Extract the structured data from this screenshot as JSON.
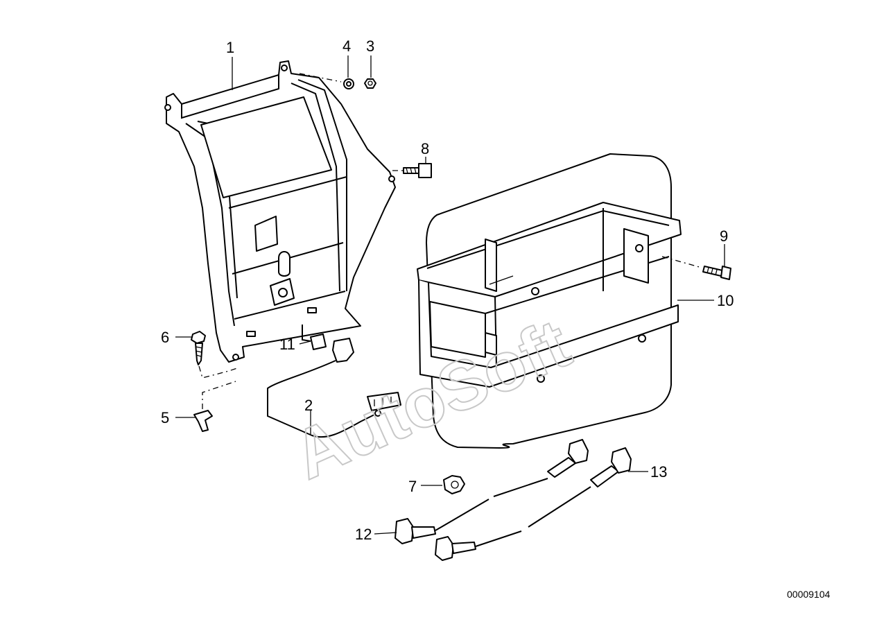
{
  "watermark": "AutoSoft",
  "document_number": "00009104",
  "callouts": {
    "c1": "1",
    "c2": "2",
    "c3": "3",
    "c4": "4",
    "c5": "5",
    "c6": "6",
    "c7": "7",
    "c8": "8",
    "c9": "9",
    "c10": "10",
    "c11": "11",
    "c12": "12",
    "c13": "13"
  }
}
